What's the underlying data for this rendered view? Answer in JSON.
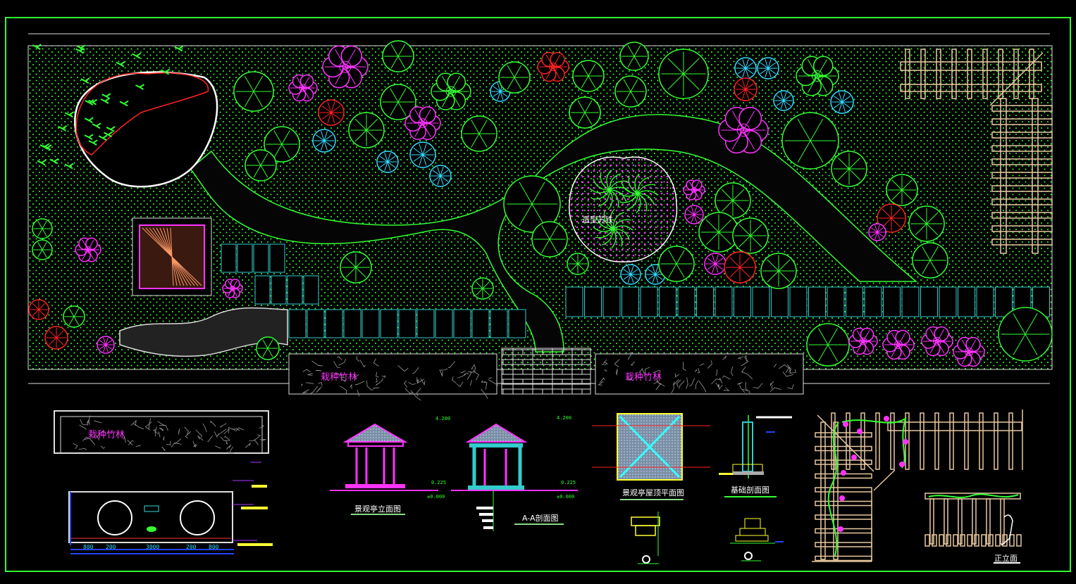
{
  "drawing": {
    "plan_labels": {
      "cycad": "造型苏铁",
      "bamboo_1": "栽种竹林",
      "bamboo_2": "栽种竹林"
    },
    "details": {
      "wall_bamboo": "栽种竹林",
      "pavilion_elevation": "景观亭立面图",
      "section_aa": "A-A剖面图",
      "pavilion_roof_plan": "景观亭屋顶平面图",
      "foundation_section": "基础剖面图",
      "front_elevation": "正立面"
    },
    "elevations": {
      "top_1": "4.200",
      "top_2": "4.200",
      "mid_1": "0.225",
      "mid_2": "0.225",
      "base_1": "±0.000",
      "base_2": "±0.000"
    },
    "wall_dimensions": [
      "800",
      "200",
      "3000",
      "200",
      "800"
    ],
    "colors": {
      "background": "#000000",
      "border": "#33ff33",
      "frame": "#e6e6e6",
      "pavement": "#33cccc",
      "pergola": "#e8c8a0",
      "magenta": "#ff33ff",
      "tree_green": "#33ff33",
      "red": "#ff2222",
      "cyan": "#33ddff",
      "yellow": "#ffff33"
    }
  }
}
